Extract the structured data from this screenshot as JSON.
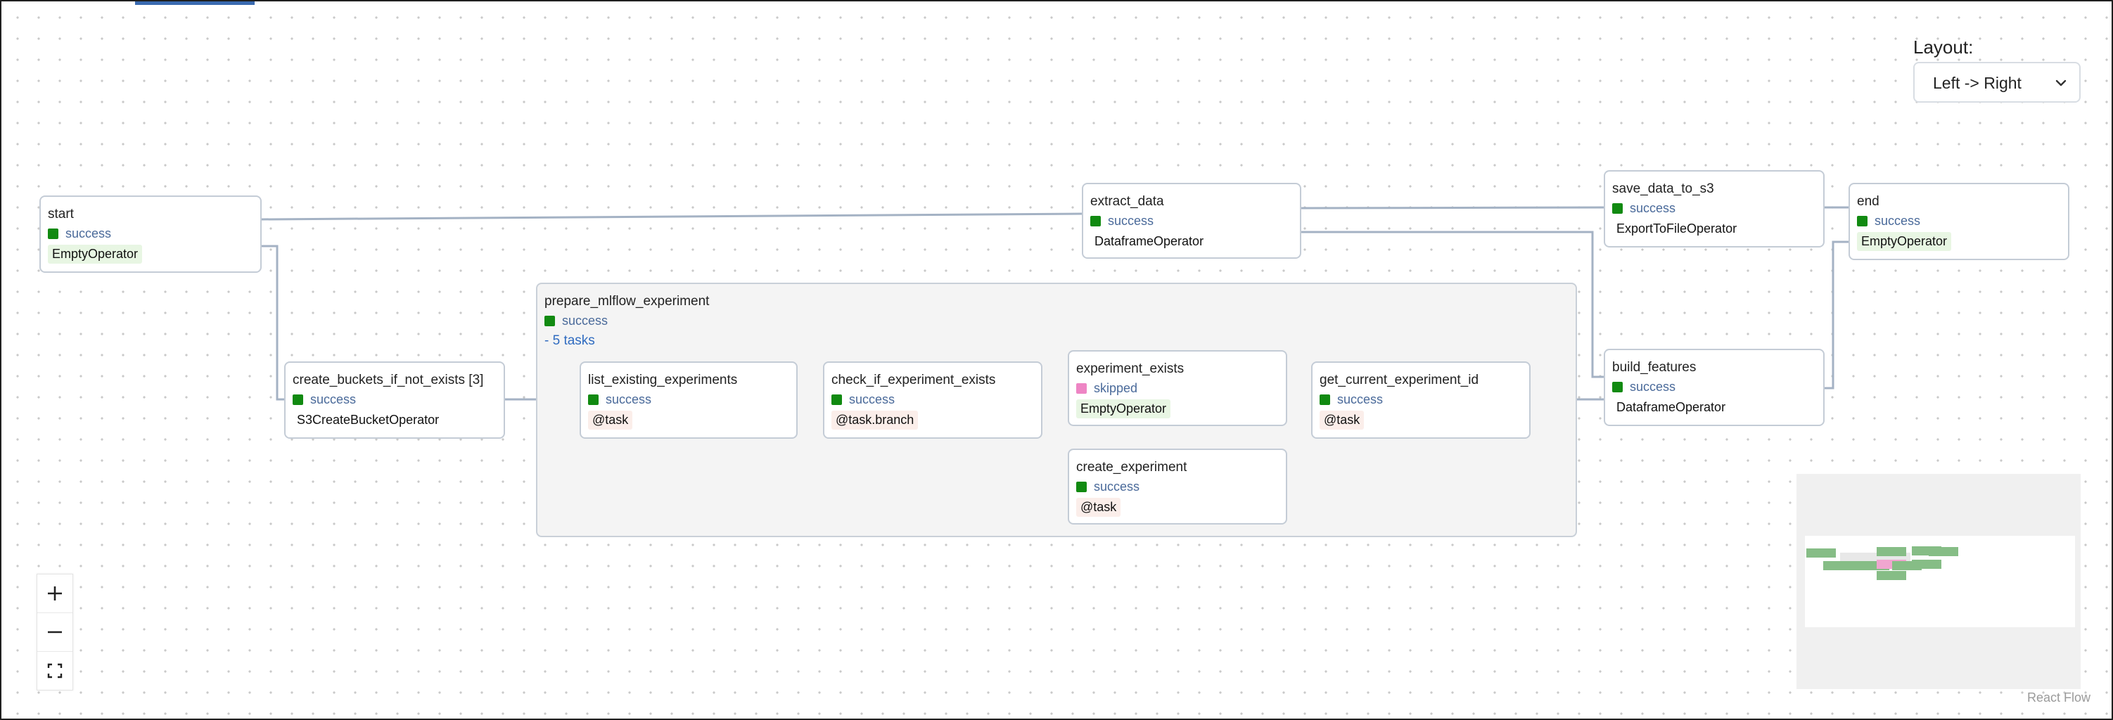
{
  "layout": {
    "label": "Layout:",
    "selected": "Left -> Right"
  },
  "group": {
    "title": "prepare_mlflow_experiment",
    "status": "success",
    "task_count": "- 5 tasks"
  },
  "nodes": {
    "start": {
      "title": "start",
      "status": "success",
      "operator": "EmptyOperator"
    },
    "create_buckets": {
      "title": "create_buckets_if_not_exists [3]",
      "status": "success",
      "operator": "S3CreateBucketOperator"
    },
    "list_existing": {
      "title": "list_existing_experiments",
      "status": "success",
      "operator": "@task"
    },
    "check_if": {
      "title": "check_if_experiment_exists",
      "status": "success",
      "operator": "@task.branch"
    },
    "experiment_exists": {
      "title": "experiment_exists",
      "status": "skipped",
      "operator": "EmptyOperator"
    },
    "create_experiment": {
      "title": "create_experiment",
      "status": "success",
      "operator": "@task"
    },
    "get_current": {
      "title": "get_current_experiment_id",
      "status": "success",
      "operator": "@task"
    },
    "extract_data": {
      "title": "extract_data",
      "status": "success",
      "operator": "DataframeOperator"
    },
    "save_data": {
      "title": "save_data_to_s3",
      "status": "success",
      "operator": "ExportToFileOperator"
    },
    "build_features": {
      "title": "build_features",
      "status": "success",
      "operator": "DataframeOperator"
    },
    "end": {
      "title": "end",
      "status": "success",
      "operator": "EmptyOperator"
    }
  },
  "colors": {
    "success": "#118a11",
    "skipped": "#ee85c4",
    "edge": "#a4b2c4",
    "accent": "#2f6bc0"
  },
  "icons": {
    "zoom_in": "plus-icon",
    "zoom_out": "minus-icon",
    "fit_view": "fit-view-icon",
    "dropdown": "chevron-down-icon"
  },
  "attribution": "React Flow"
}
